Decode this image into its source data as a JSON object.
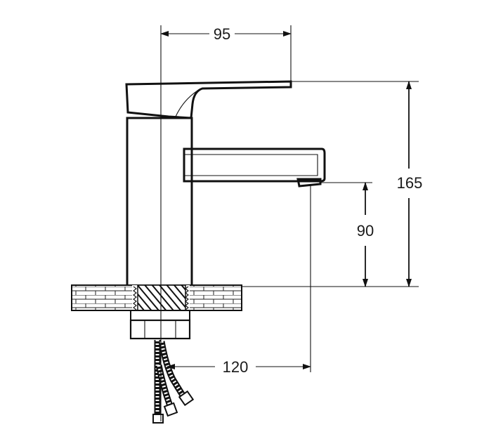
{
  "diagram": {
    "dimensions": [
      {
        "id": "spout-reach",
        "label": "95"
      },
      {
        "id": "total-height",
        "label": "165"
      },
      {
        "id": "spout-height",
        "label": "90"
      },
      {
        "id": "hose-reach",
        "label": "120"
      }
    ],
    "colors": {
      "line": "#111111",
      "background": "#ffffff"
    }
  }
}
